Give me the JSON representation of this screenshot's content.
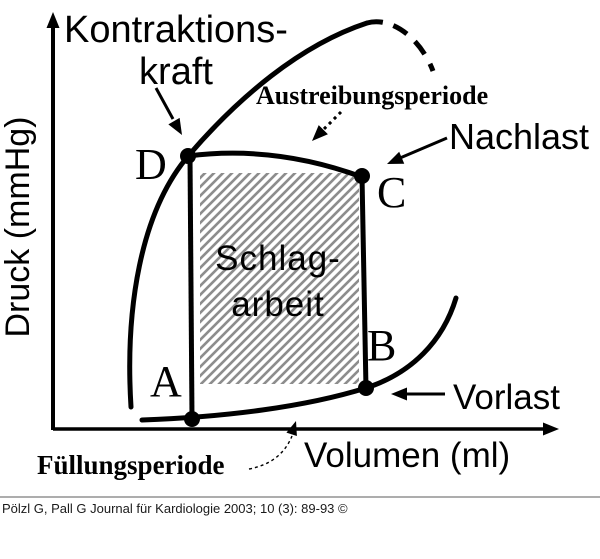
{
  "axes": {
    "y_label": "Druck (mmHg)",
    "x_label": "Volumen (ml)"
  },
  "annotations": {
    "contraction_force": {
      "line1": "Kontraktions-",
      "line2": "kraft"
    },
    "ejection_period": "Austreibungsperiode",
    "afterload": "Nachlast",
    "stroke_work": {
      "line1": "Schlag-",
      "line2": "arbeit"
    },
    "preload": "Vorlast",
    "filling_period": "Füllungsperiode"
  },
  "points": {
    "A": "A",
    "B": "B",
    "C": "C",
    "D": "D"
  },
  "footer": {
    "citation": "Pölzl G, Pall G Journal für Kardiologie 2003; 10 (3): 89-93 ©"
  },
  "colors": {
    "ink": "#000000",
    "hatch_gray": "#8d8d8d",
    "divider_gray": "#adadad"
  }
}
